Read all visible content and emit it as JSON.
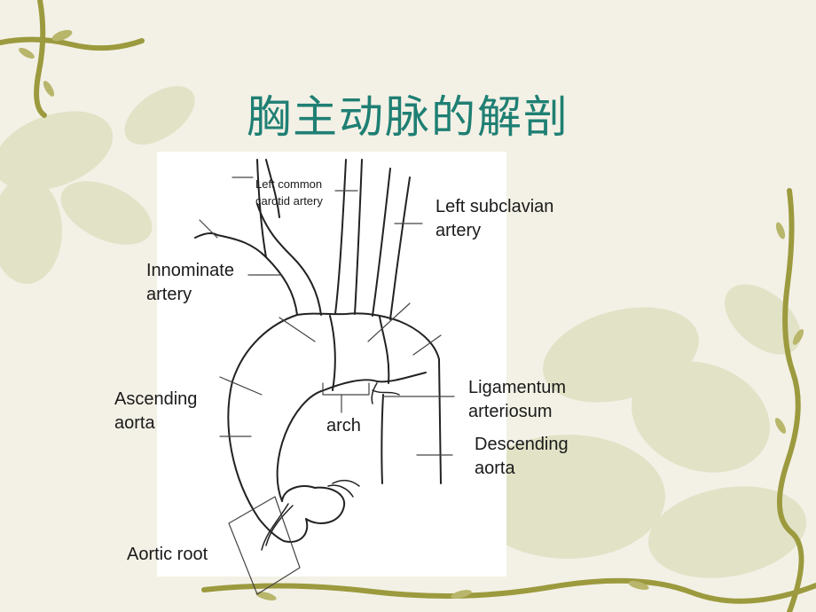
{
  "slide": {
    "title": "胸主动脉的解剖"
  },
  "labels": {
    "left_common_carotid_line1": "Left common",
    "left_common_carotid_line2": "carotid artery",
    "left_subclavian_line1": "Left subclavian",
    "left_subclavian_line2": "artery",
    "innominate_line1": "Innominate",
    "innominate_line2": "artery",
    "ascending_line1": "Ascending",
    "ascending_line2": "aorta",
    "arch": "arch",
    "ligamentum_line1": "Ligamentum",
    "ligamentum_line2": "arteriosum",
    "descending_line1": "Descending",
    "descending_line2": "aorta",
    "aortic_root": "Aortic root"
  },
  "colors": {
    "title": "#1f7f73",
    "background": "#f3f1e6",
    "vine": "#9c9a3e",
    "leaf": "#d9d9b8"
  }
}
